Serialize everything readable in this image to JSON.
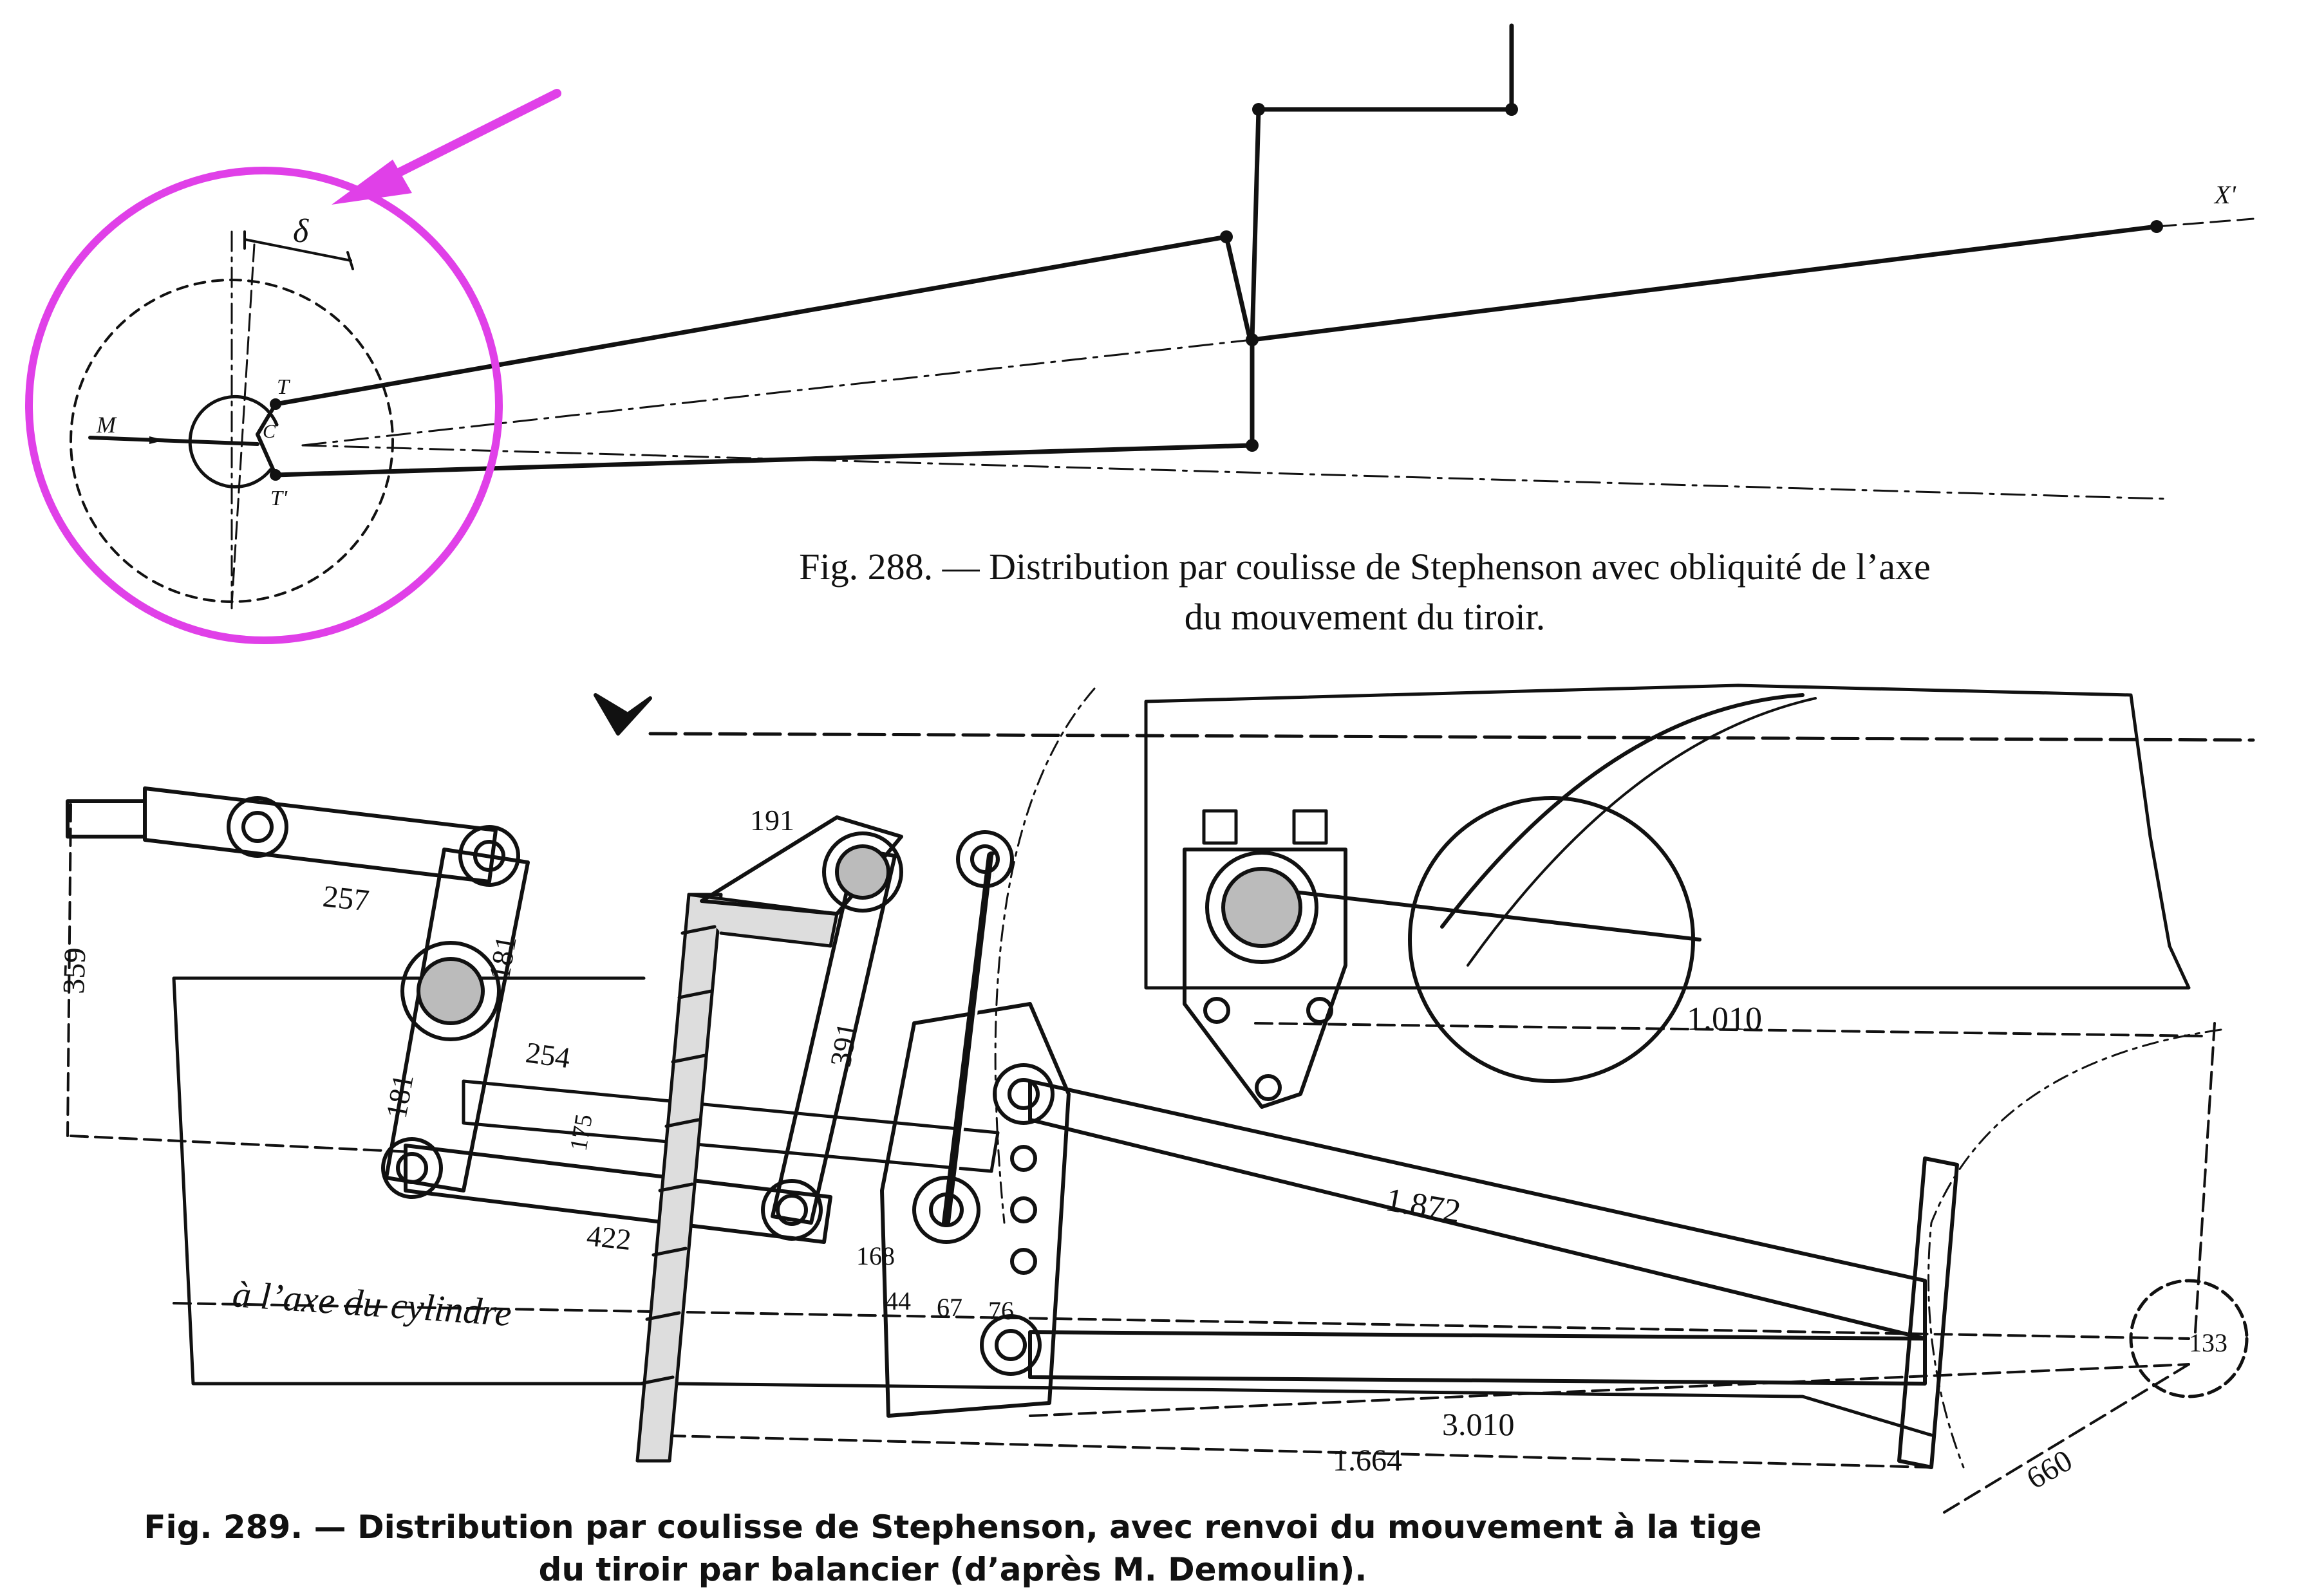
{
  "figure_288": {
    "caption_line1": "Fig. 288. — Distribution par coulisse de Stephenson avec obliquité de l’axe",
    "caption_line2": "du mouvement du tiroir.",
    "labels": {
      "delta": "δ",
      "t_upper": "T",
      "c_center": "C",
      "t_lower": "T'",
      "m_left": "M",
      "x_prime": "X'"
    }
  },
  "figure_289": {
    "caption_line1": "Fig. 289. — Distribution par coulisse de Stephenson, avec renvoi du mouvement à la tige",
    "caption_line2": "du tiroir par balancier (d’après M. Demoulin).",
    "dimensions": {
      "d359": "359",
      "d257": "257",
      "d181a": "181",
      "d181b": "181",
      "d254": "254",
      "d191": "191",
      "d391": "391",
      "d175": "175",
      "d422": "422",
      "d168": "168",
      "d44": "44",
      "d67": "67",
      "d76": "76",
      "d1010": "1.010",
      "d1872": "1.872",
      "d3010": "3.010",
      "d1664": "1.664",
      "d660": "660",
      "d133": "133",
      "axis_note": "à l’axe du cylindre"
    }
  },
  "annotation": {
    "color": "#e040e8"
  }
}
